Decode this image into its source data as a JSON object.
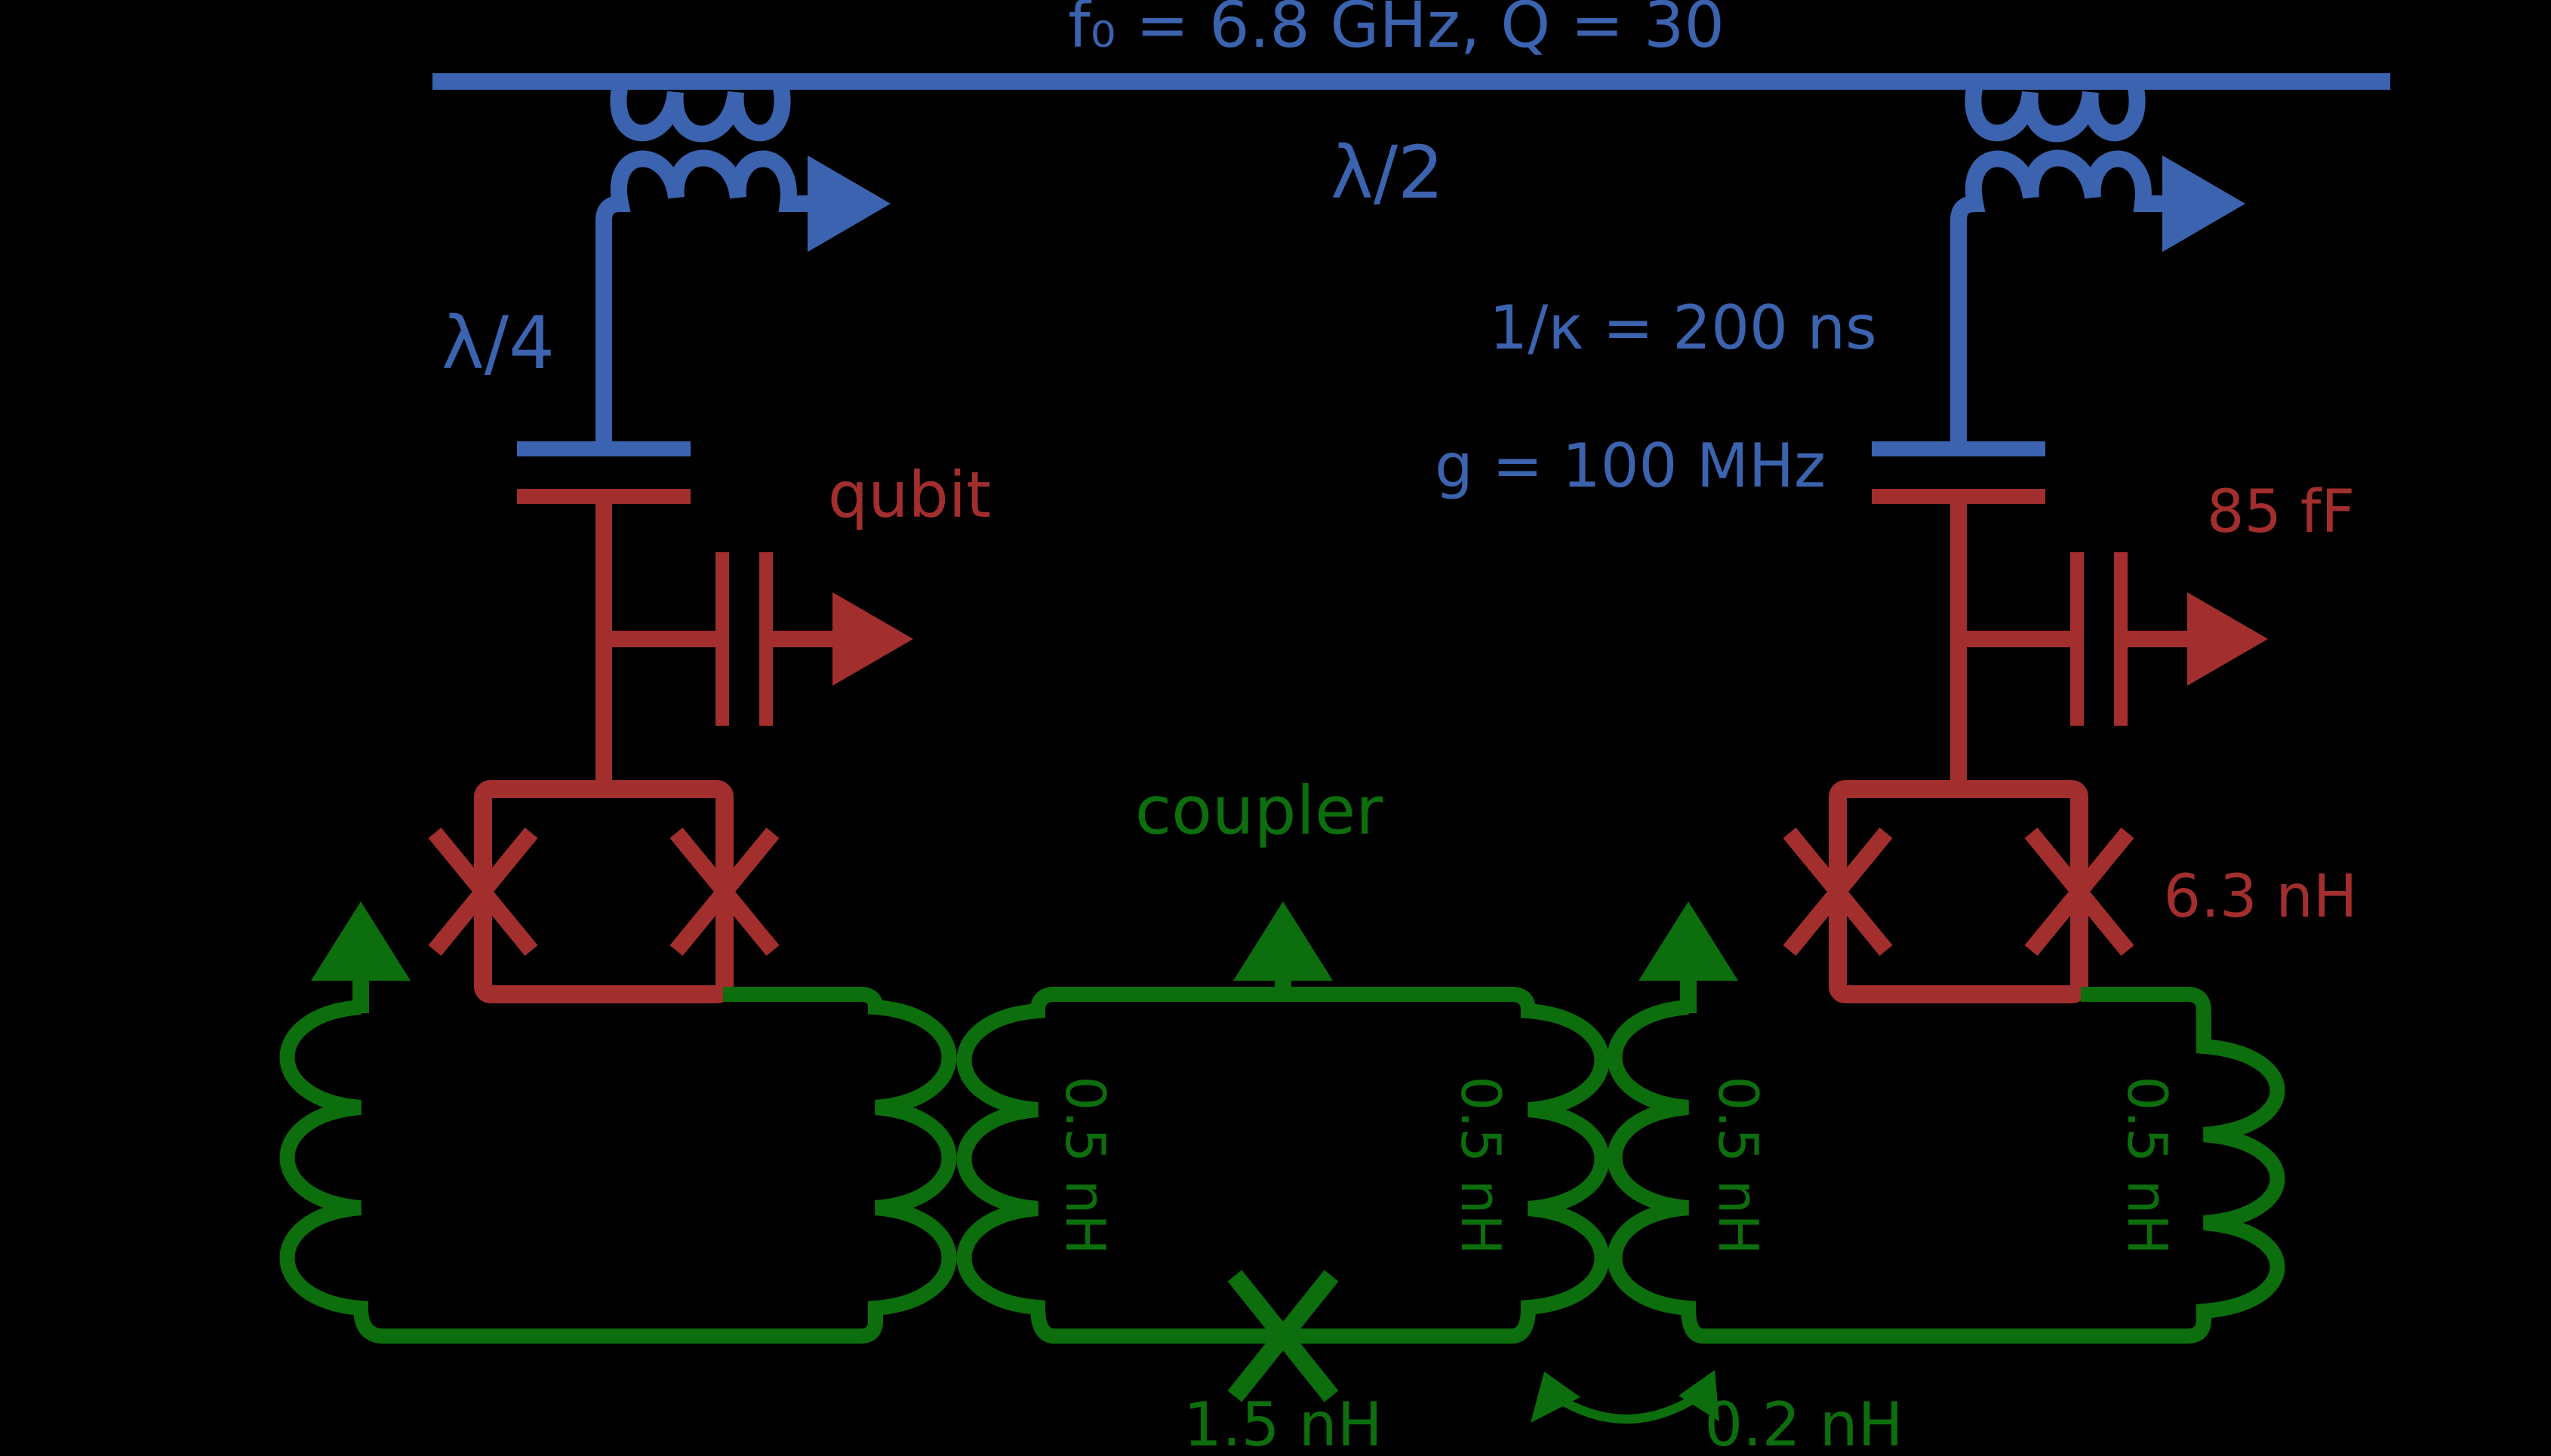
{
  "colors": {
    "background": "#000000",
    "resonator_blue": "#3B63AF",
    "qubit_red": "#A22E2E",
    "coupler_green": "#0C6E0C"
  },
  "resonator": {
    "frequency_label": "f₀ = 6.8 GHz, Q = 30",
    "half_wave_label": "λ/2",
    "quarter_wave_label": "λ/4",
    "decay_label": "1/κ = 200 ns",
    "coupling_label": "g = 100 MHz"
  },
  "qubit": {
    "name_label": "qubit",
    "shunt_capacitance_label": "85 fF",
    "junction_inductance_label": "6.3 nH"
  },
  "coupler": {
    "name_label": "coupler",
    "junction_inductance_label": "1.5 nH",
    "mutual_inductance_label": "0.2 nH",
    "winding_labels": [
      "0.5 nH",
      "0.5 nH",
      "0.5 nH",
      "0.5 nH"
    ]
  }
}
